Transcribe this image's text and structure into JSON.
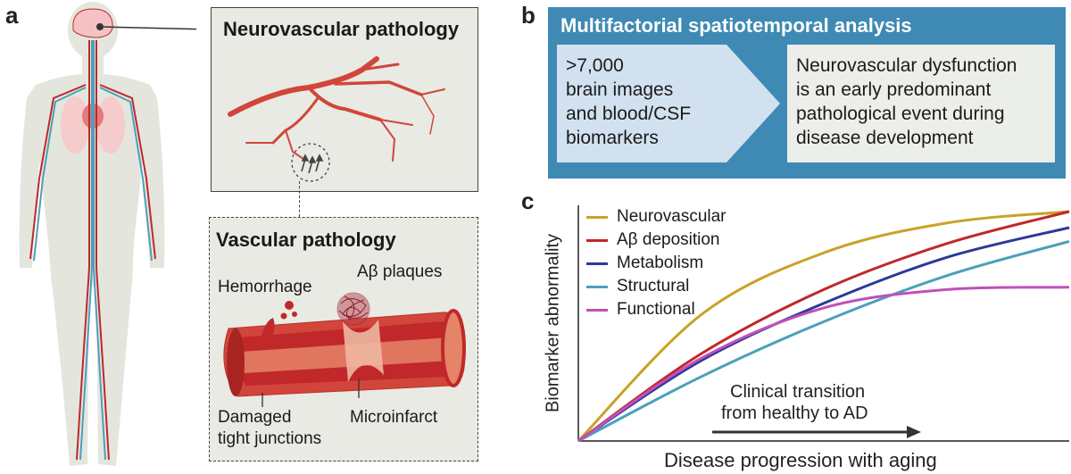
{
  "panels": {
    "a": "a",
    "b": "b",
    "c": "c"
  },
  "panel_a": {
    "neuro_title": "Neurovascular pathology",
    "vascular_title": "Vascular pathology",
    "labels": {
      "hemorrhage": "Hemorrhage",
      "plaques": "Aβ plaques",
      "junctions_1": "Damaged",
      "junctions_2": "tight junctions",
      "microinfarct": "Microinfarct"
    }
  },
  "panel_b": {
    "title": "Multifactorial spatiotemporal analysis",
    "left_lines": [
      ">7,000",
      "brain images",
      "and blood/CSF",
      "biomarkers"
    ],
    "right_lines": [
      "Neurovascular dysfunction",
      "is an early predominant",
      "pathological event during",
      "disease development"
    ]
  },
  "chart_data": {
    "type": "line",
    "xlabel": "Disease progression with aging",
    "ylabel": "Biomarker abnormality",
    "annotation": [
      "Clinical transition",
      "from healthy to AD"
    ],
    "legend_position": "top-left",
    "series": [
      {
        "name": "Neurovascular",
        "color": "#c9a227",
        "values": [
          0,
          0.55,
          0.82,
          0.95,
          1.0
        ]
      },
      {
        "name": "Aβ deposition",
        "color": "#c0282a",
        "values": [
          0,
          0.38,
          0.66,
          0.86,
          1.0
        ]
      },
      {
        "name": "Metabolism",
        "color": "#2a3a99",
        "values": [
          0,
          0.35,
          0.6,
          0.8,
          0.93
        ]
      },
      {
        "name": "Structural",
        "color": "#4aa0bb",
        "values": [
          0,
          0.28,
          0.52,
          0.72,
          0.87
        ]
      },
      {
        "name": "Functional",
        "color": "#c050b8",
        "values": [
          0,
          0.36,
          0.58,
          0.66,
          0.67
        ]
      }
    ],
    "x": [
      0,
      0.25,
      0.5,
      0.75,
      1.0
    ],
    "ylim": [
      0,
      1
    ],
    "xlim": [
      0,
      1
    ]
  }
}
